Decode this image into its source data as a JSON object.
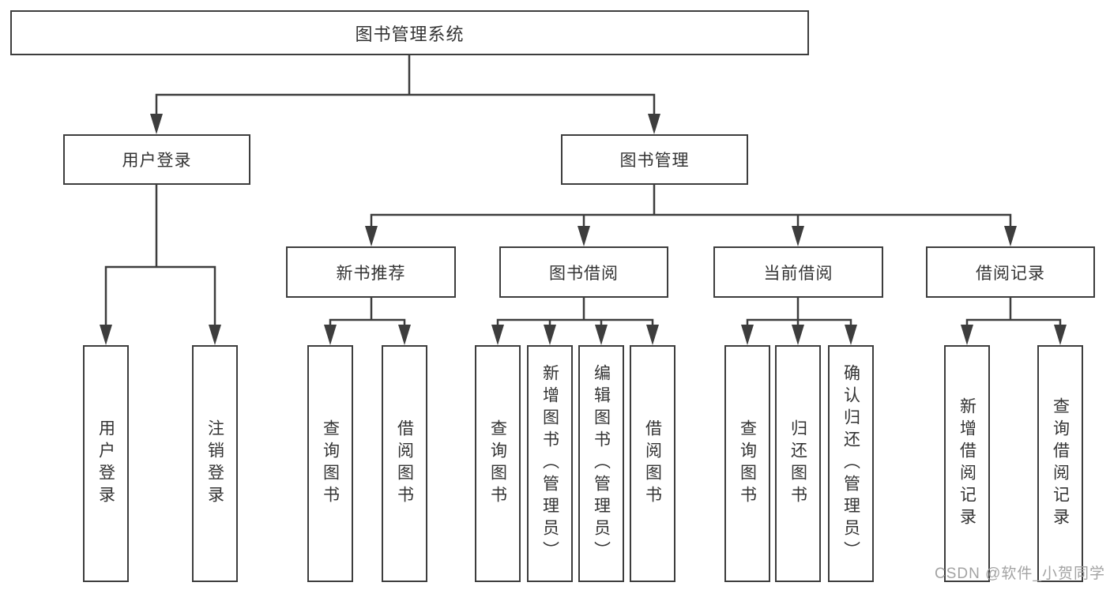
{
  "tree": {
    "label": "图书管理系统",
    "children": [
      {
        "label": "用户登录",
        "children": [
          {
            "label": "用户登录"
          },
          {
            "label": "注销登录"
          }
        ]
      },
      {
        "label": "图书管理",
        "children": [
          {
            "label": "新书推荐",
            "children": [
              {
                "label": "查询图书"
              },
              {
                "label": "借阅图书"
              }
            ]
          },
          {
            "label": "图书借阅",
            "children": [
              {
                "label": "查询图书"
              },
              {
                "label": "新增图书（管理员）"
              },
              {
                "label": "编辑图书（管理员）"
              },
              {
                "label": "借阅图书"
              }
            ]
          },
          {
            "label": "当前借阅",
            "children": [
              {
                "label": "查询图书"
              },
              {
                "label": "归还图书"
              },
              {
                "label": "确认归还（管理员）"
              }
            ]
          },
          {
            "label": "借阅记录",
            "children": [
              {
                "label": "新增借阅记录"
              },
              {
                "label": "查询借阅记录"
              }
            ]
          }
        ]
      }
    ]
  },
  "watermark": {
    "text": "CSDN @软件_小贺同学"
  },
  "colors": {
    "line": "#3d3d3d",
    "box_border": "#3d3d3d",
    "text": "#333333",
    "watermark": "#a3a3a3",
    "background": "#ffffff"
  }
}
